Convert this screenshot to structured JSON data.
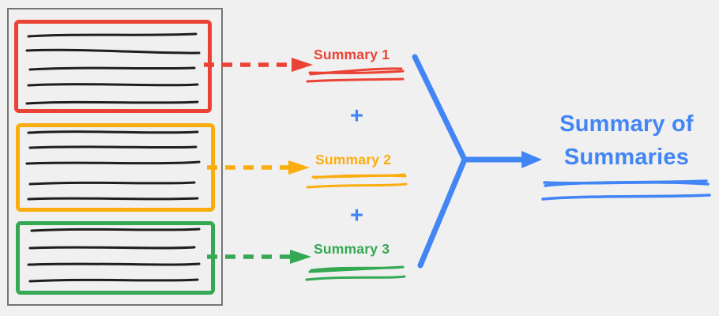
{
  "colors": {
    "background": "#F0F0F0",
    "document-border": "#757575",
    "ink": "#1E1E1E",
    "red": "#EA4335",
    "orange": "#FBAD0E",
    "green": "#34A853",
    "blue": "#4285F4"
  },
  "document": {
    "chunks": [
      {
        "name": "chunk-1",
        "color": "red",
        "text_lines": 5
      },
      {
        "name": "chunk-2",
        "color": "orange",
        "text_lines": 5
      },
      {
        "name": "chunk-3",
        "color": "green",
        "text_lines": 4
      }
    ]
  },
  "summaries": [
    {
      "label": "Summary 1",
      "color": "red"
    },
    {
      "label": "Summary 2",
      "color": "orange"
    },
    {
      "label": "Summary 3",
      "color": "green"
    }
  ],
  "operators": {
    "plus": "+"
  },
  "final_summary": {
    "line1": "Summary of",
    "line2": "Summaries"
  }
}
